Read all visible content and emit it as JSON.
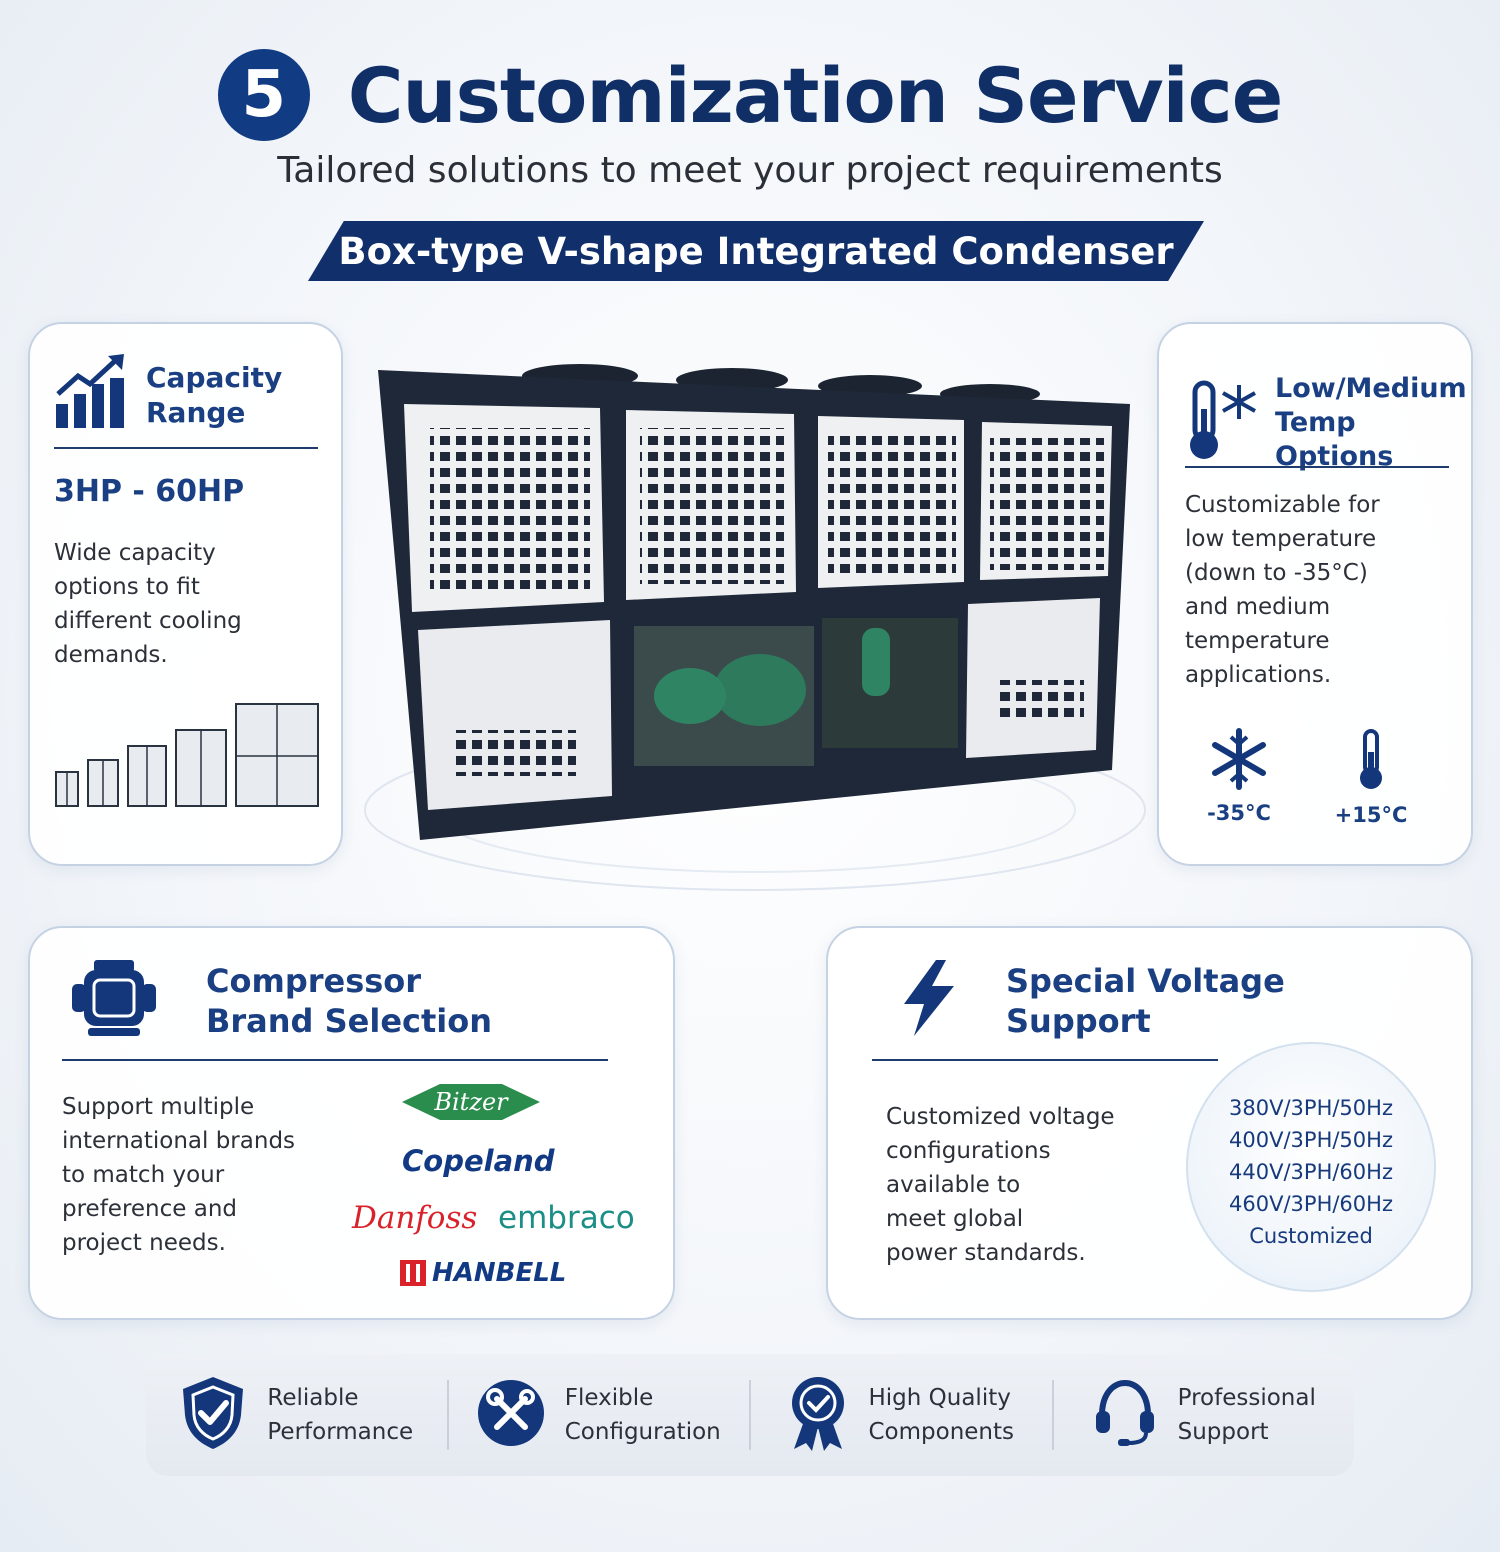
{
  "header": {
    "number": "5",
    "title": "Customization Service",
    "subtitle": "Tailored solutions to meet your project requirements",
    "banner": "Box-type V-shape Integrated Condenser"
  },
  "capacity": {
    "title_line1": "Capacity",
    "title_line2": "Range",
    "range": "3HP - 60HP",
    "description_lines": [
      "Wide capacity",
      "options to fit",
      "different cooling",
      "demands."
    ],
    "icon": "bar-chart-growth-icon"
  },
  "temp": {
    "title_line1": "Low/Medium",
    "title_line2": "Temp Options",
    "description_lines": [
      "Customizable for",
      "low temperature",
      "(down to -35°C)",
      "and medium",
      "temperature",
      "applications."
    ],
    "low_label": "-35°C",
    "high_label": "+15°C",
    "icon": "thermometer-snowflake-icon"
  },
  "compressor": {
    "title_line1": "Compressor",
    "title_line2": "Brand Selection",
    "description_lines": [
      "Support multiple",
      "international brands",
      "to match your",
      "preference and",
      "project needs."
    ],
    "brands": [
      "Bitzer",
      "Copeland",
      "Danfoss",
      "embraco",
      "HANBELL"
    ],
    "icon": "compressor-icon"
  },
  "voltage": {
    "title_line1": "Special Voltage",
    "title_line2": "Support",
    "description_lines": [
      "Customized voltage",
      "configurations",
      "available to",
      "meet global",
      "power standards."
    ],
    "options": [
      "380V/3PH/50Hz",
      "400V/3PH/50Hz",
      "440V/3PH/60Hz",
      "460V/3PH/60Hz",
      "Customized"
    ],
    "icon": "lightning-bolt-icon"
  },
  "features": [
    {
      "line1": "Reliable",
      "line2": "Performance",
      "icon": "shield-check-icon"
    },
    {
      "line1": "Flexible",
      "line2": "Configuration",
      "icon": "tools-icon"
    },
    {
      "line1": "High Quality",
      "line2": "Components",
      "icon": "award-badge-icon"
    },
    {
      "line1": "Professional",
      "line2": "Support",
      "icon": "headset-icon"
    }
  ],
  "colors": {
    "navy": "#102f66",
    "accent_blue": "#1a3f82",
    "banner": "#112f6a"
  }
}
